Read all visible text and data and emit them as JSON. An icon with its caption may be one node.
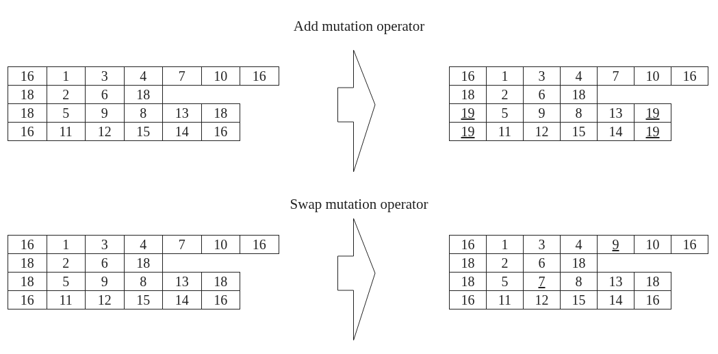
{
  "diagram": {
    "nodes": [
      {
        "text": [
          "16",
          "1",
          "3",
          "4",
          "7",
          "10",
          "16",
          "18",
          "2",
          "6",
          "18",
          "18",
          "5",
          "9",
          "8",
          "13",
          "18",
          "16",
          "11",
          "12",
          "15",
          "14",
          "16"
        ]
      },
      {
        "text": [
          "16",
          "1",
          "3",
          "4",
          "7",
          "10",
          "16",
          "18",
          "2",
          "6",
          "18",
          "19",
          "5",
          "9",
          "8",
          "13",
          "19",
          "19",
          "11",
          "12",
          "15",
          "14",
          "19"
        ]
      },
      {
        "text": [
          "16",
          "1",
          "3",
          "4",
          "7",
          "10",
          "16",
          "18",
          "2",
          "6",
          "18",
          "18",
          "5",
          "9",
          "8",
          "13",
          "18",
          "16",
          "11",
          "12",
          "15",
          "14",
          "16"
        ]
      },
      {
        "text": [
          "16",
          "1",
          "3",
          "4",
          "9",
          "10",
          "16",
          "18",
          "2",
          "6",
          "18",
          "18",
          "5",
          "7",
          "8",
          "13",
          "18",
          "16",
          "11",
          "12",
          "15",
          "14",
          "16"
        ]
      }
    ],
    "edges": [
      {
        "from": 0,
        "to": 1,
        "arrow": "to"
      },
      {
        "from": 2,
        "to": 3,
        "arrow": "to"
      }
    ],
    "labels": [
      "Add mutation operator",
      "Swap mutation operator"
    ]
  }
}
